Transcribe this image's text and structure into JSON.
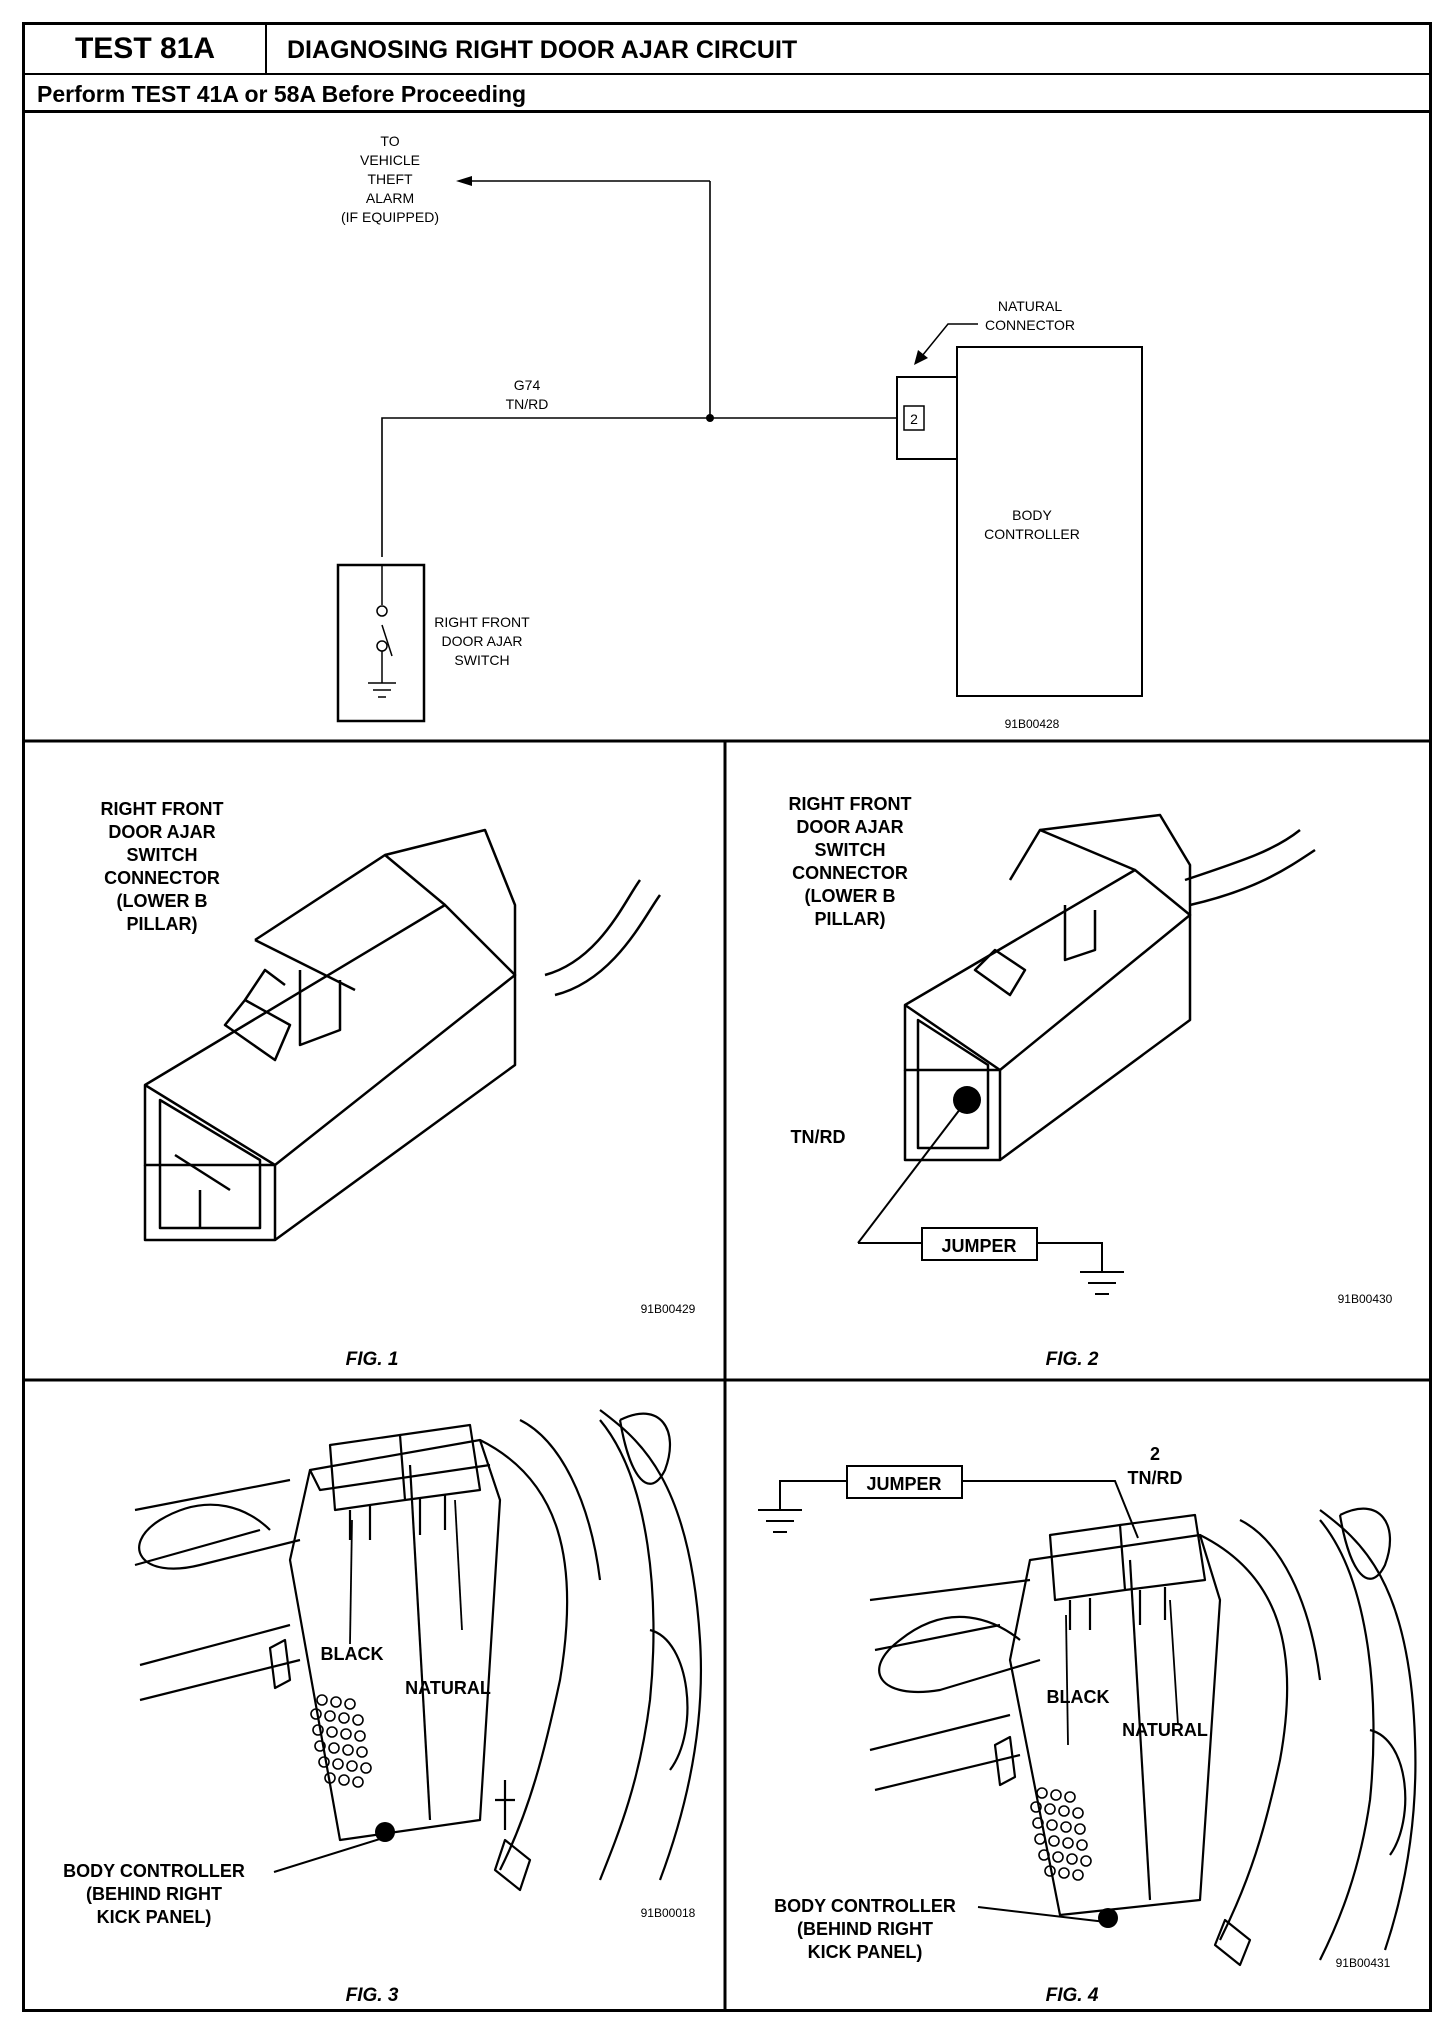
{
  "header": {
    "test_id": "TEST 81A",
    "title": "DIAGNOSING RIGHT DOOR AJAR CIRCUIT",
    "prerequisite": "Perform TEST 41A or 58A Before Proceeding"
  },
  "schematic": {
    "alarm_lines": [
      "TO",
      "VEHICLE",
      "THEFT",
      "ALARM",
      "(IF EQUIPPED)"
    ],
    "wire_code": "G74",
    "wire_color": "TN/RD",
    "connector_lines": [
      "NATURAL",
      "CONNECTOR"
    ],
    "pin": "2",
    "controller_lines": [
      "BODY",
      "CONTROLLER"
    ],
    "switch_lines": [
      "RIGHT FRONT",
      "DOOR AJAR",
      "SWITCH"
    ],
    "ref": "91B00428"
  },
  "fig1": {
    "callout_lines": [
      "RIGHT FRONT",
      "DOOR AJAR",
      "SWITCH",
      "CONNECTOR",
      "(LOWER B",
      "PILLAR)"
    ],
    "ref": "91B00429",
    "caption": "FIG. 1"
  },
  "fig2": {
    "callout_lines": [
      "RIGHT FRONT",
      "DOOR AJAR",
      "SWITCH",
      "CONNECTOR",
      "(LOWER B",
      "PILLAR)"
    ],
    "wire_label": "TN/RD",
    "jumper": "JUMPER",
    "ref": "91B00430",
    "caption": "FIG. 2"
  },
  "fig3": {
    "black": "BLACK",
    "natural": "NATURAL",
    "controller_lines": [
      "BODY CONTROLLER",
      "(BEHIND RIGHT",
      "KICK PANEL)"
    ],
    "ref": "91B00018",
    "caption": "FIG. 3"
  },
  "fig4": {
    "jumper": "JUMPER",
    "pin": "2",
    "wire_label": "TN/RD",
    "black": "BLACK",
    "natural": "NATURAL",
    "controller_lines": [
      "BODY CONTROLLER",
      "(BEHIND RIGHT",
      "KICK PANEL)"
    ],
    "ref": "91B00431",
    "caption": "FIG. 4"
  }
}
